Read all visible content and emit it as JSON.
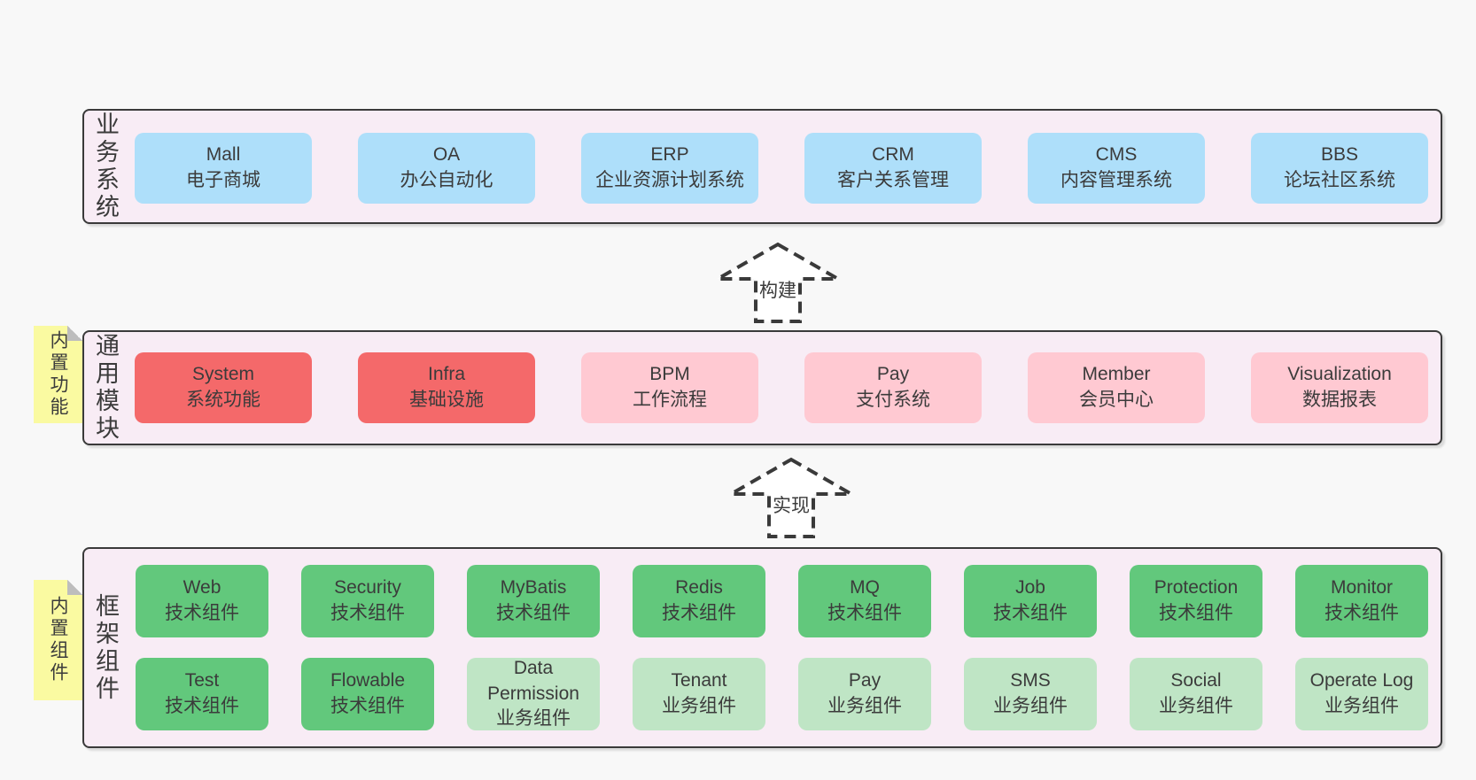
{
  "colors": {
    "page_bg": "#f8f8f8",
    "section_bg": "#f8ecf5",
    "section_border": "#3a3a3a",
    "blue": "#aedffa",
    "red": "#f4696a",
    "pink": "#ffc9d2",
    "green": "#62c87c",
    "green_light": "#bfe5c5",
    "note_yellow": "#fafaa1",
    "text": "#3b3b3b"
  },
  "section_business": {
    "label": "业务系统",
    "boxes": [
      {
        "name": "Mall",
        "desc": "电子商城"
      },
      {
        "name": "OA",
        "desc": "办公自动化"
      },
      {
        "name": "ERP",
        "desc": "企业资源计划系统"
      },
      {
        "name": "CRM",
        "desc": "客户关系管理"
      },
      {
        "name": "CMS",
        "desc": "内容管理系统"
      },
      {
        "name": "BBS",
        "desc": "论坛社区系统"
      }
    ]
  },
  "arrow_build": {
    "label": "构建"
  },
  "section_modules": {
    "label": "通用模块",
    "note": "内置功能",
    "boxes": [
      {
        "name": "System",
        "desc": "系统功能"
      },
      {
        "name": "Infra",
        "desc": "基础设施"
      },
      {
        "name": "BPM",
        "desc": "工作流程"
      },
      {
        "name": "Pay",
        "desc": "支付系统"
      },
      {
        "name": "Member",
        "desc": "会员中心"
      },
      {
        "name": "Visualization",
        "desc": "数据报表"
      }
    ]
  },
  "arrow_implement": {
    "label": "实现"
  },
  "section_components": {
    "label": "框架组件",
    "note": "内置组件",
    "row1": [
      {
        "name": "Web",
        "desc": "技术组件"
      },
      {
        "name": "Security",
        "desc": "技术组件"
      },
      {
        "name": "MyBatis",
        "desc": "技术组件"
      },
      {
        "name": "Redis",
        "desc": "技术组件"
      },
      {
        "name": "MQ",
        "desc": "技术组件"
      },
      {
        "name": "Job",
        "desc": "技术组件"
      },
      {
        "name": "Protection",
        "desc": "技术组件"
      },
      {
        "name": "Monitor",
        "desc": "技术组件"
      }
    ],
    "row2": [
      {
        "name": "Test",
        "desc": "技术组件"
      },
      {
        "name": "Flowable",
        "desc": "技术组件"
      },
      {
        "name": "Data Permission",
        "desc": "业务组件"
      },
      {
        "name": "Tenant",
        "desc": "业务组件"
      },
      {
        "name": "Pay",
        "desc": "业务组件"
      },
      {
        "name": "SMS",
        "desc": "业务组件"
      },
      {
        "name": "Social",
        "desc": "业务组件"
      },
      {
        "name": "Operate Log",
        "desc": "业务组件"
      }
    ]
  }
}
